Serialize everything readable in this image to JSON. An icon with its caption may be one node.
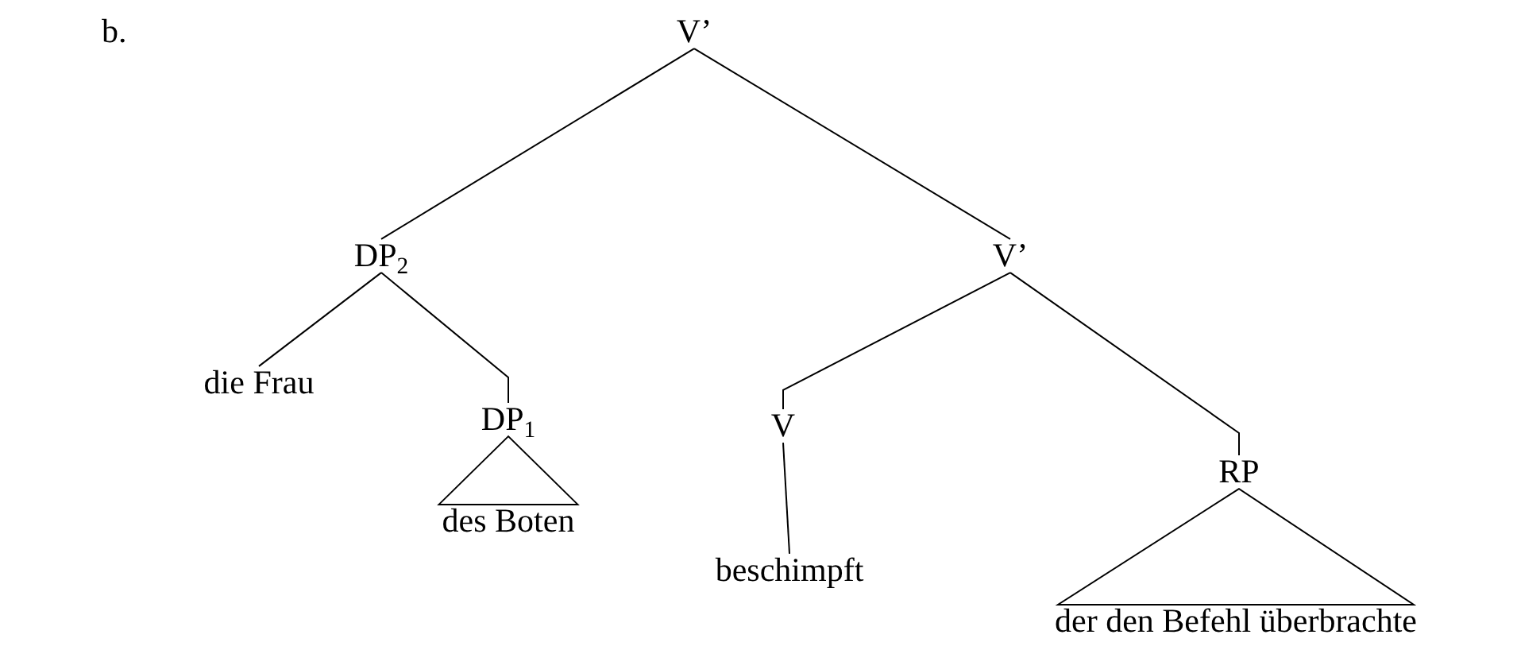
{
  "diagram": {
    "nodes": [
      {
        "text": [
          "V’"
        ]
      },
      {
        "text": [
          "DP$_{2}$"
        ]
      },
      {
        "text": [
          "V’"
        ]
      },
      {
        "text": [
          "die Frau"
        ]
      },
      {
        "text": [
          "DP$_{1}$"
        ]
      },
      {
        "text": [
          "V"
        ]
      },
      {
        "text": [
          "RP"
        ]
      },
      {
        "text": [
          "des Boten"
        ]
      },
      {
        "text": [
          "beschimpft"
        ]
      },
      {
        "text": [
          "der den Befehl überbrachte"
        ]
      }
    ],
    "edges": [
      {
        "from": 0,
        "to": 1,
        "arrow": "none"
      },
      {
        "from": 0,
        "to": 2,
        "arrow": "none"
      },
      {
        "from": 1,
        "to": 3,
        "arrow": "none"
      },
      {
        "from": 1,
        "to": 4,
        "arrow": "none"
      },
      {
        "from": 2,
        "to": 5,
        "arrow": "none"
      },
      {
        "from": 2,
        "to": 6,
        "arrow": "none"
      },
      {
        "from": 4,
        "to": 7,
        "arrow": "none"
      },
      {
        "from": 5,
        "to": 8,
        "arrow": "none"
      },
      {
        "from": 6,
        "to": 9,
        "arrow": "none"
      }
    ],
    "labels": [
      "b."
    ]
  }
}
